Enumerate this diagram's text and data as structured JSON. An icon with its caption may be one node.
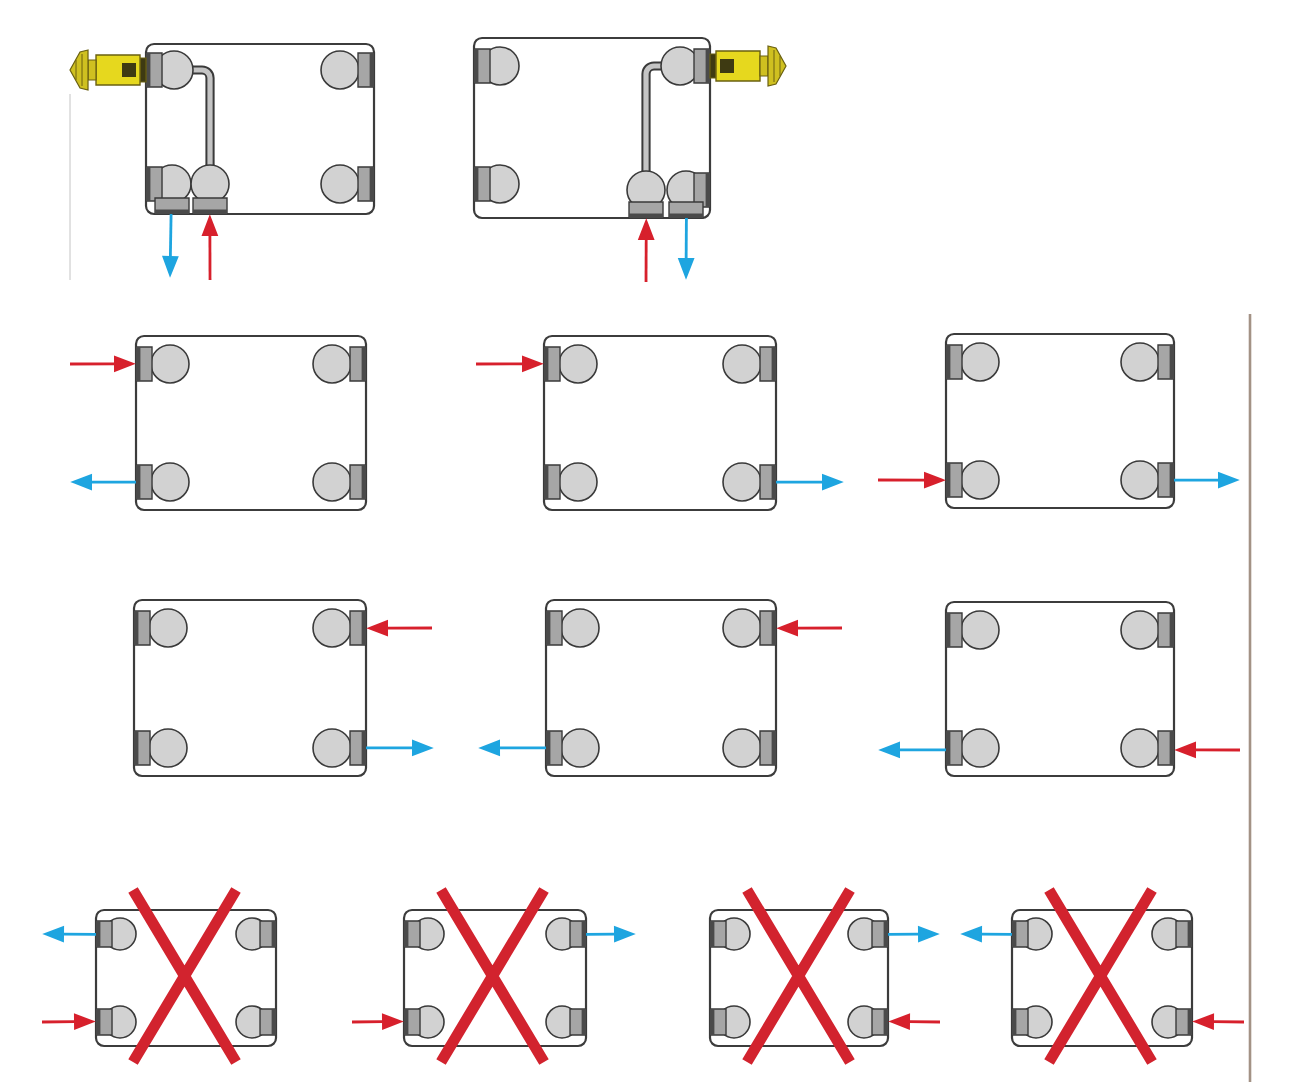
{
  "diagram": {
    "nodes": [
      {
        "text": [],
        "shape": "radiator"
      },
      {
        "text": [],
        "shape": "radiator"
      },
      {
        "text": [],
        "shape": "radiator"
      },
      {
        "text": [],
        "shape": "radiator"
      },
      {
        "text": [],
        "shape": "radiator"
      },
      {
        "text": [],
        "shape": "radiator"
      },
      {
        "text": [],
        "shape": "radiator"
      },
      {
        "text": [],
        "shape": "radiator"
      },
      {
        "text": [],
        "shape": "radiator"
      },
      {
        "text": [],
        "shape": "radiator"
      },
      {
        "text": [],
        "shape": "radiator"
      },
      {
        "text": [],
        "shape": "radiator"
      }
    ],
    "edges": [
      {
        "from": 0,
        "to": null,
        "arrow": "to",
        "color": "#1ea5e0"
      },
      {
        "from": null,
        "to": 0,
        "arrow": "to",
        "color": "#d7202c"
      },
      {
        "from": null,
        "to": 1,
        "arrow": "to",
        "color": "#d7202c"
      },
      {
        "from": 1,
        "to": null,
        "arrow": "to",
        "color": "#1ea5e0"
      },
      {
        "from": null,
        "to": 2,
        "arrow": "to",
        "color": "#d7202c"
      },
      {
        "from": 2,
        "to": null,
        "arrow": "to",
        "color": "#1ea5e0"
      },
      {
        "from": null,
        "to": 3,
        "arrow": "to",
        "color": "#d7202c"
      },
      {
        "from": 3,
        "to": null,
        "arrow": "to",
        "color": "#1ea5e0"
      },
      {
        "from": null,
        "to": 4,
        "arrow": "to",
        "color": "#d7202c"
      },
      {
        "from": 4,
        "to": null,
        "arrow": "to",
        "color": "#1ea5e0"
      },
      {
        "from": null,
        "to": 5,
        "arrow": "to",
        "color": "#d7202c"
      },
      {
        "from": 5,
        "to": null,
        "arrow": "to",
        "color": "#1ea5e0"
      },
      {
        "from": null,
        "to": 6,
        "arrow": "to",
        "color": "#d7202c"
      },
      {
        "from": 6,
        "to": null,
        "arrow": "to",
        "color": "#1ea5e0"
      },
      {
        "from": null,
        "to": 7,
        "arrow": "to",
        "color": "#d7202c"
      },
      {
        "from": 7,
        "to": null,
        "arrow": "to",
        "color": "#1ea5e0"
      },
      {
        "from": 8,
        "to": null,
        "arrow": "to",
        "color": "#1ea5e0"
      },
      {
        "from": null,
        "to": 8,
        "arrow": "to",
        "color": "#d7202c"
      },
      {
        "from": 9,
        "to": null,
        "arrow": "to",
        "color": "#1ea5e0"
      },
      {
        "from": null,
        "to": 9,
        "arrow": "to",
        "color": "#d7202c"
      },
      {
        "from": 10,
        "to": null,
        "arrow": "to",
        "color": "#1ea5e0"
      },
      {
        "from": null,
        "to": 10,
        "arrow": "to",
        "color": "#d7202c"
      },
      {
        "from": 11,
        "to": null,
        "arrow": "to",
        "color": "#1ea5e0"
      },
      {
        "from": null,
        "to": 11,
        "arrow": "to",
        "color": "#d7202c"
      }
    ]
  }
}
